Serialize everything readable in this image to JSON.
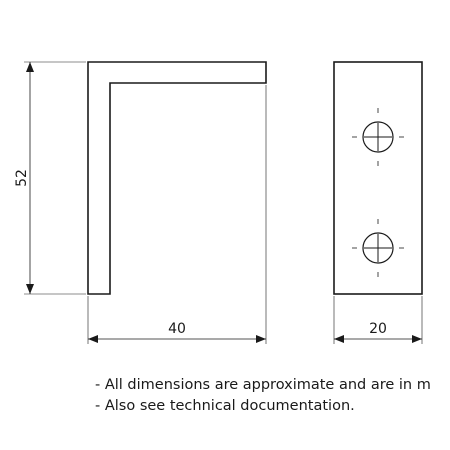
{
  "drawing": {
    "dimensions": {
      "height": "52",
      "width_side": "40",
      "width_front": "20"
    },
    "notes": [
      "- All dimensions are approximate and are in m",
      "- Also see technical documentation."
    ],
    "line_color": "#1a1a1a",
    "fixing_holes": 2
  }
}
